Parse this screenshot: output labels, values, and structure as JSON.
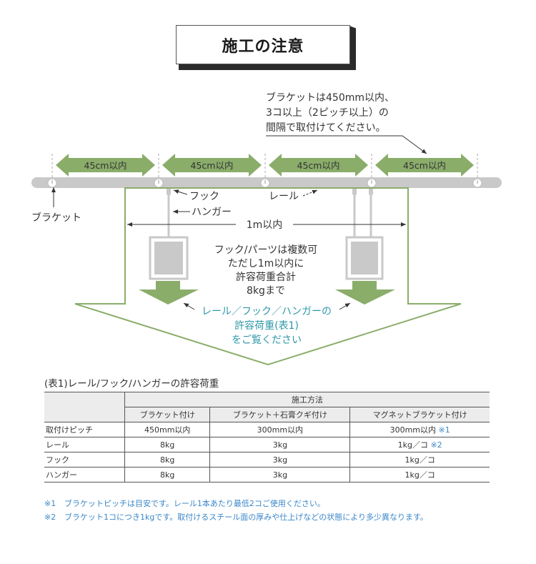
{
  "title": "施工の注意",
  "colors": {
    "green": "#8aad6a",
    "rail_gray": "#c9c9c9",
    "teal_text": "#2f98a8",
    "note_blue": "#3a87c8",
    "text": "#333333"
  },
  "diagram": {
    "bracket_note": [
      "ブラケットは450mm以内、",
      "3コ以上（2ピッチ以上）の",
      "間隔で取付けてください。"
    ],
    "spacing_labels": [
      "45cm以内",
      "45cm以内",
      "45cm以内",
      "45cm以内"
    ],
    "label_bracket": "ブラケット",
    "label_hook": "フック",
    "label_hanger": "ハンガー",
    "label_rail": "レール",
    "label_1m": "1m以内",
    "center_note": [
      "フック/パーツは複数可",
      "ただし1m以内に",
      "許容荷重合計",
      "8kgまで"
    ],
    "teal_note": [
      "レール／フック／ハンガーの",
      "許容荷重(表1)",
      "をご覧ください"
    ]
  },
  "table": {
    "caption": "(表1)レール/フック/ハンガーの許容荷重",
    "group_header": "施工方法",
    "columns": [
      "ブラケット付け",
      "ブラケット＋石膏クギ付け",
      "マグネットブラケット付け"
    ],
    "rows": [
      {
        "label": "取付けピッチ",
        "cells": [
          "450mm以内",
          "300mm以内",
          "300mm以内"
        ],
        "mark": "※1"
      },
      {
        "label": "レール",
        "cells": [
          "8kg",
          "3kg",
          "1kg／コ"
        ],
        "mark": "※2"
      },
      {
        "label": "フック",
        "cells": [
          "8kg",
          "3kg",
          "1kg／コ"
        ],
        "mark": ""
      },
      {
        "label": "ハンガー",
        "cells": [
          "8kg",
          "3kg",
          "1kg／コ"
        ],
        "mark": ""
      }
    ]
  },
  "notes": [
    {
      "mark": "※1",
      "text": "ブラケットピッチは目安です。レール1本あたり最低2コご使用ください。"
    },
    {
      "mark": "※2",
      "text": "ブラケット1コにつき1kgです。取付けるスチール面の厚みや仕上げなどの状態により多少異なります。"
    }
  ]
}
